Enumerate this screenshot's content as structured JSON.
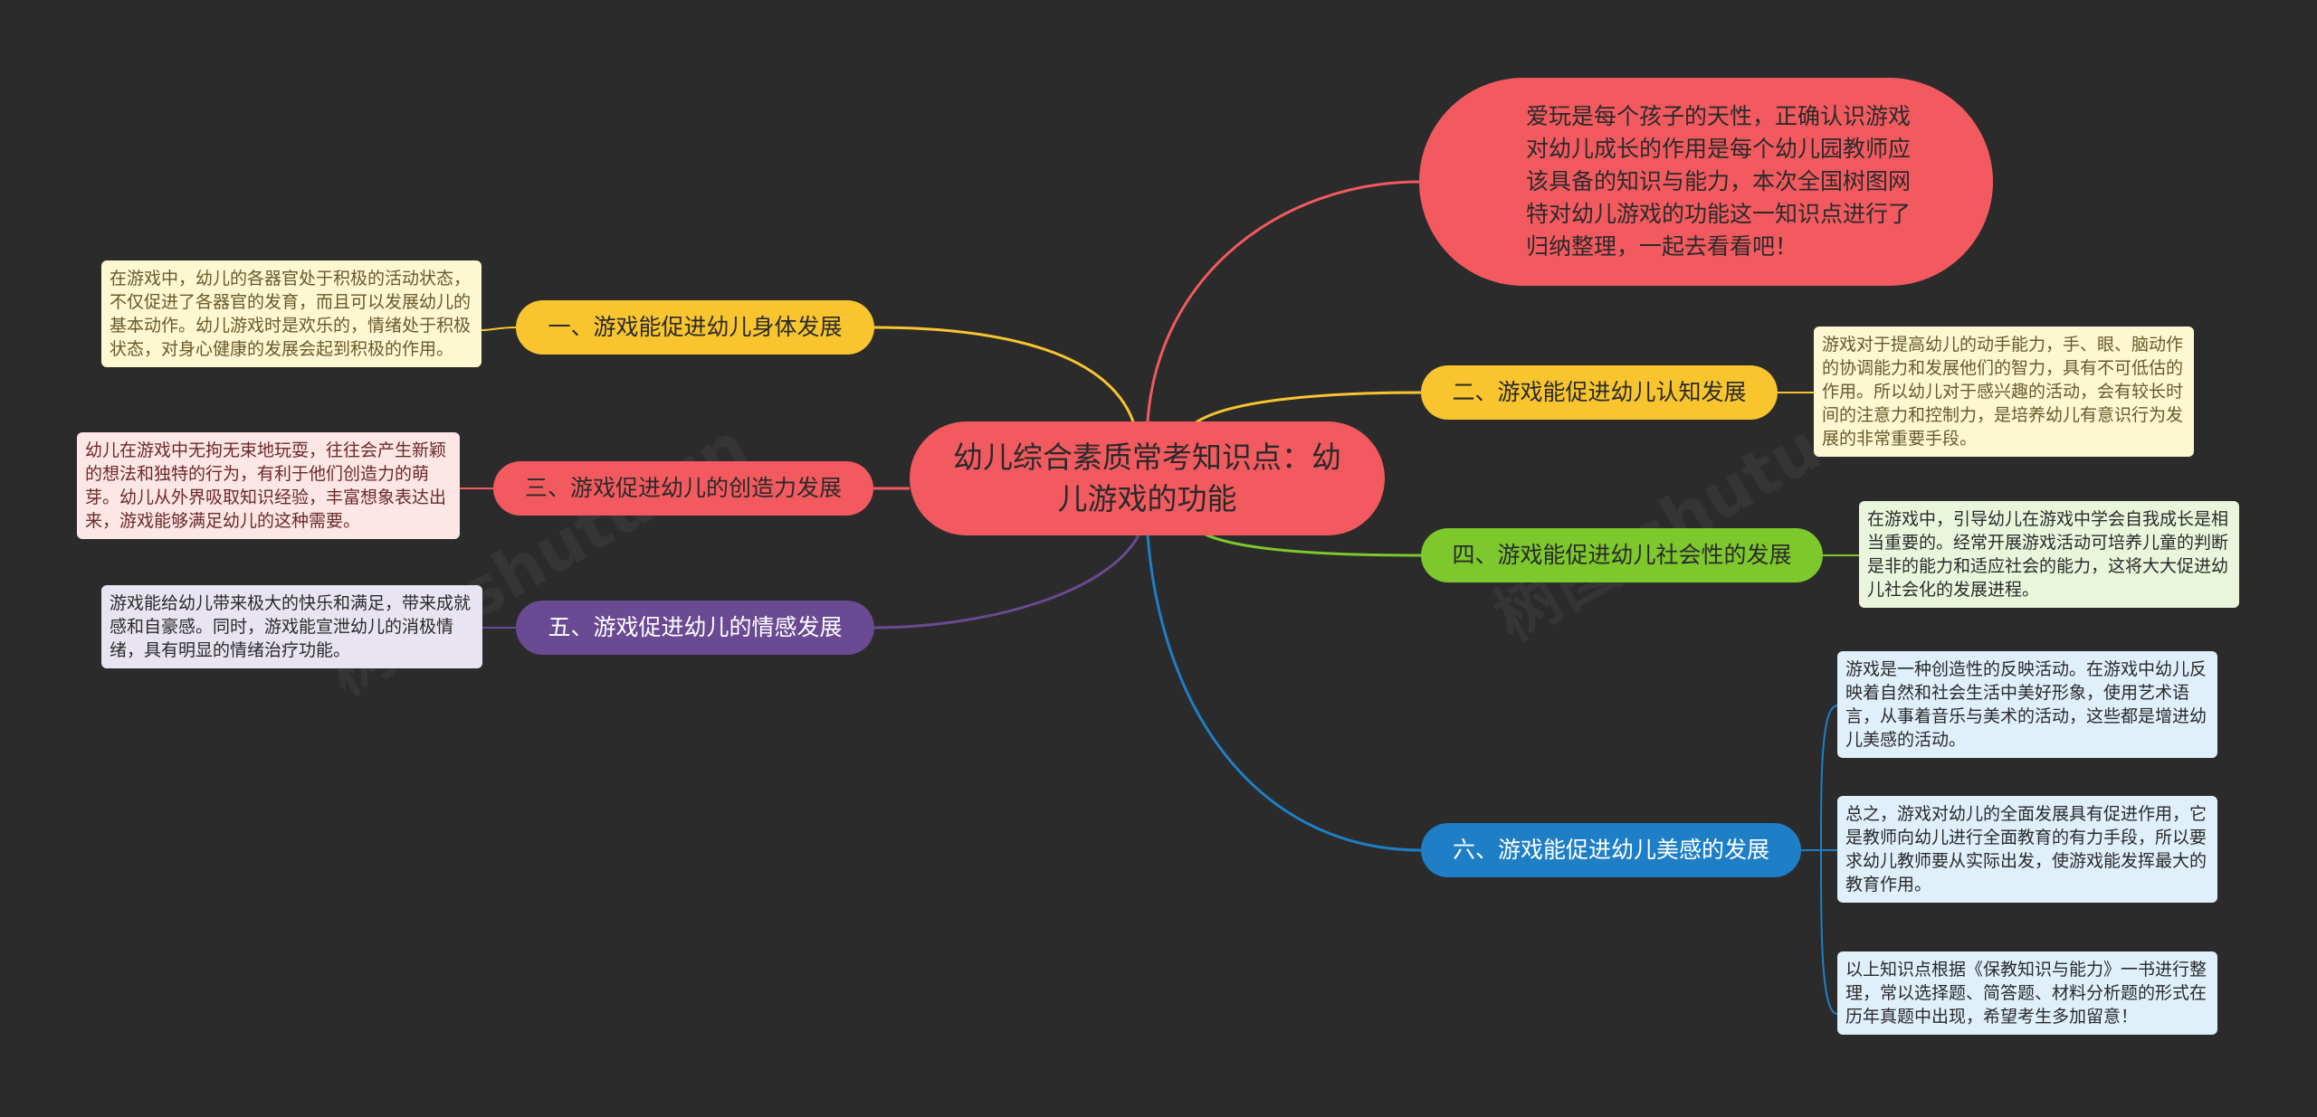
{
  "center": {
    "title": "幼儿综合素质常考知识点：幼儿游戏的功能"
  },
  "intro": {
    "text": "爱玩是每个孩子的天性，正确认识游戏对幼儿成长的作用是每个幼儿园教师应该具备的知识与能力，本次全国树图网特对幼儿游戏的功能这一知识点进行了归纳整理，一起去看看吧！"
  },
  "branches": {
    "b1": {
      "label": "一、游戏能促进幼儿身体发展",
      "color": "#f8c52f",
      "note": "在游戏中，幼儿的各器官处于积极的活动状态，不仅促进了各器官的发育，而且可以发展幼儿的基本动作。幼儿游戏时是欢乐的，情绪处于积极状态，对身心健康的发展会起到积极的作用。"
    },
    "b2": {
      "label": "二、游戏能促进幼儿认知发展",
      "color": "#f8c52f",
      "note": "游戏对于提高幼儿的动手能力，手、眼、脑动作的协调能力和发展他们的智力，具有不可低估的作用。所以幼儿对于感兴趣的活动，会有较长时间的注意力和控制力，是培养幼儿有意识行为发展的非常重要手段。"
    },
    "b3": {
      "label": "三、游戏促进幼儿的创造力发展",
      "color": "#f25a5f",
      "note": "幼儿在游戏中无拘无束地玩耍，往往会产生新颖的想法和独特的行为，有利于他们创造力的萌芽。幼儿从外界吸取知识经验，丰富想象表达出来，游戏能够满足幼儿的这种需要。"
    },
    "b4": {
      "label": "四、游戏能促进幼儿社会性的发展",
      "color": "#7dc82c",
      "note": "在游戏中，引导幼儿在游戏中学会自我成长是相当重要的。经常开展游戏活动可培养儿童的判断是非的能力和适应社会的能力，这将大大促进幼儿社会化的发展进程。"
    },
    "b5": {
      "label": "五、游戏促进幼儿的情感发展",
      "color": "#6a4a93",
      "note": "游戏能给幼儿带来极大的快乐和满足，带来成就感和自豪感。同时，游戏能宣泄幼儿的消极情绪，具有明显的情绪治疗功能。"
    },
    "b6": {
      "label": "六、游戏能促进幼儿美感的发展",
      "color": "#1e7fc6",
      "notes": [
        "游戏是一种创造性的反映活动。在游戏中幼儿反映着自然和社会生活中美好形象，使用艺术语言，从事着音乐与美术的活动，这些都是增进幼儿美感的活动。",
        "总之，游戏对幼儿的全面发展具有促进作用，它是教师向幼儿进行全面教育的有力手段，所以要求幼儿教师要从实际出发，使游戏能发挥最大的教育作用。",
        "以上知识点根据《保教知识与能力》一书进行整理，常以选择题、简答题、材料分析题的形式在历年真题中出现，希望考生多加留意！"
      ]
    }
  },
  "colors": {
    "background": "#2b2b2b",
    "center": "#f25a5f",
    "note_yellow": "#fdf7d2",
    "note_pink": "#fde6e6",
    "note_green": "#eaf6dc",
    "note_purple": "#e9e4f2",
    "note_blue": "#dff0fb"
  },
  "watermark": "树图 shutu.cn"
}
